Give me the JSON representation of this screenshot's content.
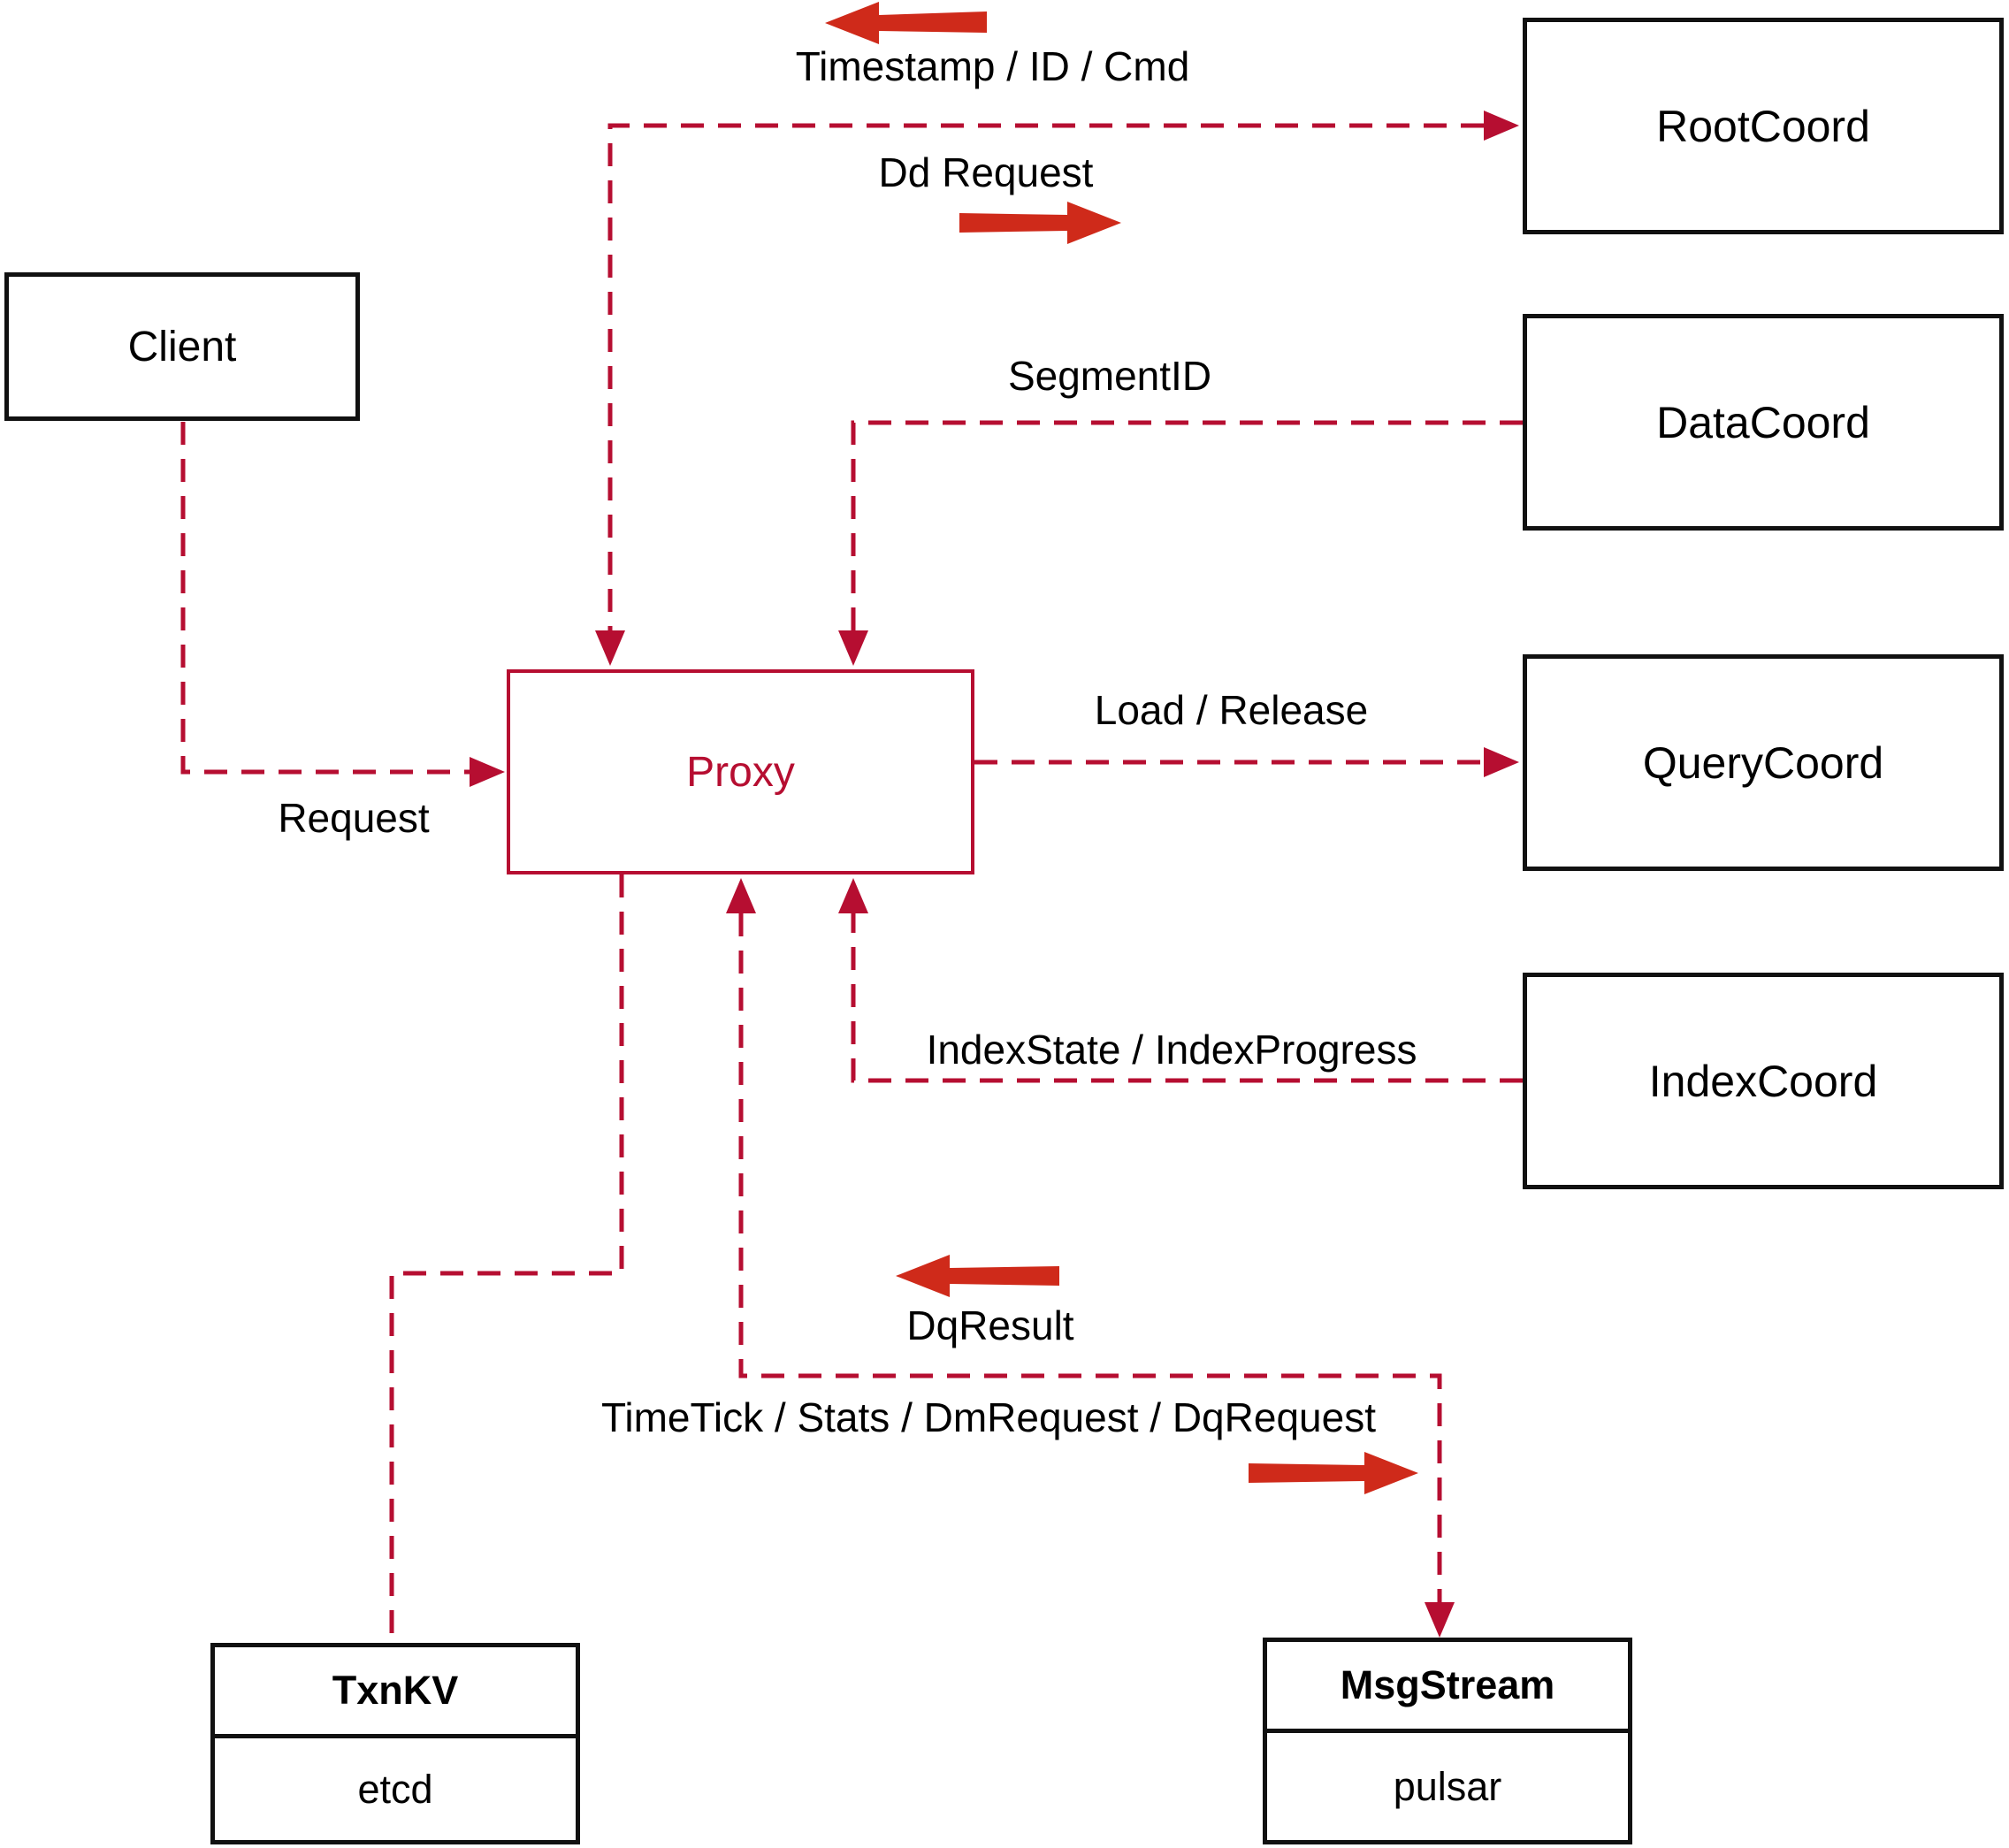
{
  "diagram": {
    "nodes": {
      "client": {
        "label": "Client"
      },
      "proxy": {
        "label": "Proxy"
      },
      "root_coord": {
        "label": "RootCoord"
      },
      "data_coord": {
        "label": "DataCoord"
      },
      "query_coord": {
        "label": "QueryCoord"
      },
      "index_coord": {
        "label": "IndexCoord"
      },
      "txn_kv": {
        "title": "TxnKV",
        "subtitle": "etcd"
      },
      "msg_stream": {
        "title": "MsgStream",
        "subtitle": "pulsar"
      }
    },
    "edge_labels": {
      "timestamp_id_cmd": "Timestamp / ID / Cmd",
      "dd_request": "Dd Request",
      "segment_id": "SegmentID",
      "load_release": "Load / Release",
      "request": "Request",
      "index_state": "IndexState / IndexProgress",
      "dq_result": "DqResult",
      "timetick": "TimeTick / Stats / DmRequest / DqRequest"
    },
    "colors": {
      "line": "#b60e31",
      "arrow": "#cf2a1a",
      "box_border": "#111111",
      "text": "#000000",
      "background": "#ffffff"
    }
  }
}
